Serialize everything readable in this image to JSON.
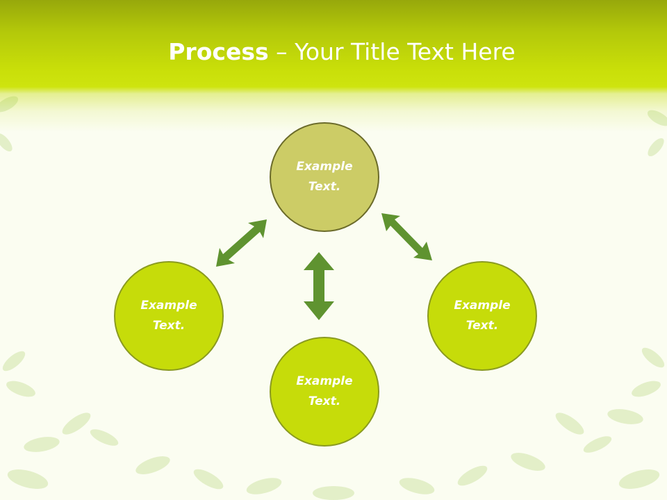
{
  "slide": {
    "title_bold": "Process",
    "title_rest": " – Your Title Text Here"
  },
  "diagram": {
    "nodes": {
      "top": "Example\nText.",
      "left": "Example\nText.",
      "right": "Example\nText.",
      "bottom": "Example\nText."
    }
  },
  "colors": {
    "header": "#c9df09",
    "node_fill": "#c6dc0a",
    "node_top_fill": "#cccc66",
    "arrow": "#5f9330"
  }
}
